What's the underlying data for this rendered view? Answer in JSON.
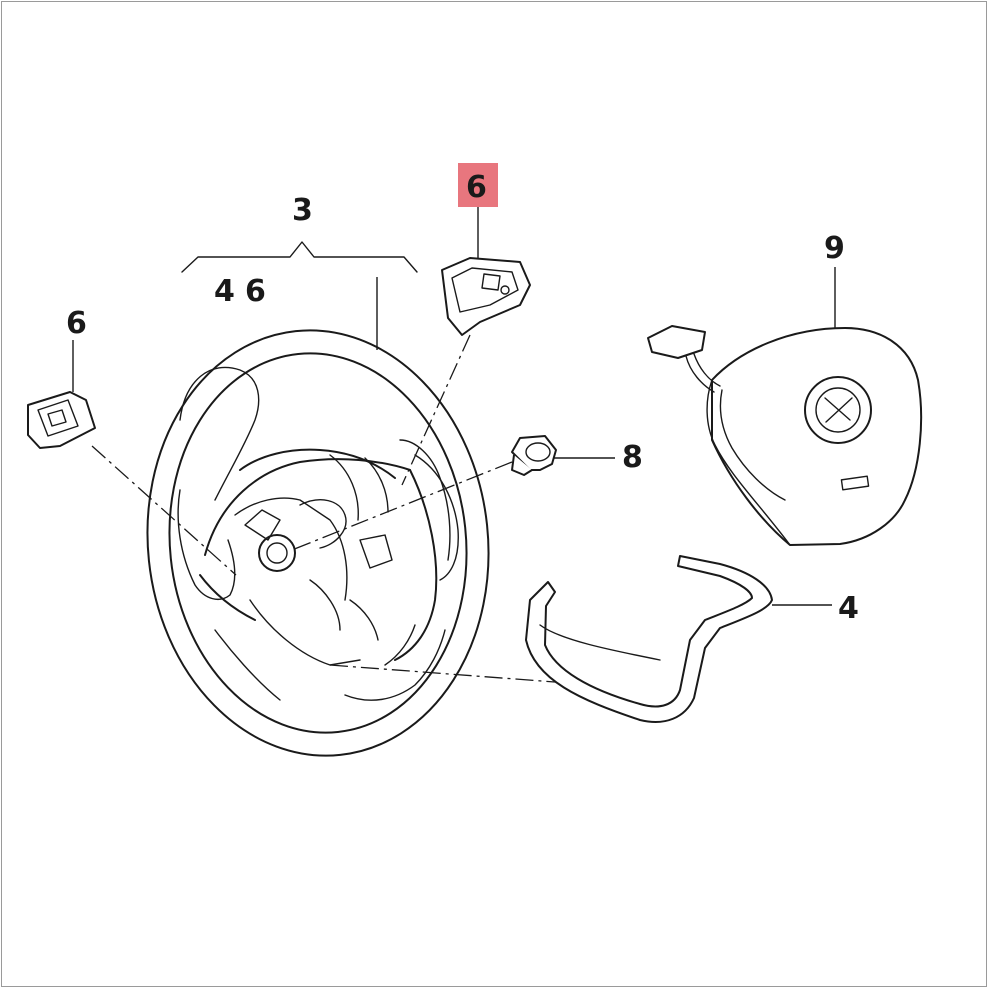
{
  "diagram": {
    "callouts": {
      "item_3": "3",
      "item_4_sub": "4",
      "item_6_sub": "6",
      "item_6_left": "6",
      "item_6_right": "6",
      "item_8": "8",
      "item_9": "9",
      "item_4": "4"
    },
    "highlight_color": "#e8767e",
    "line_color": "#1a1a1a"
  }
}
